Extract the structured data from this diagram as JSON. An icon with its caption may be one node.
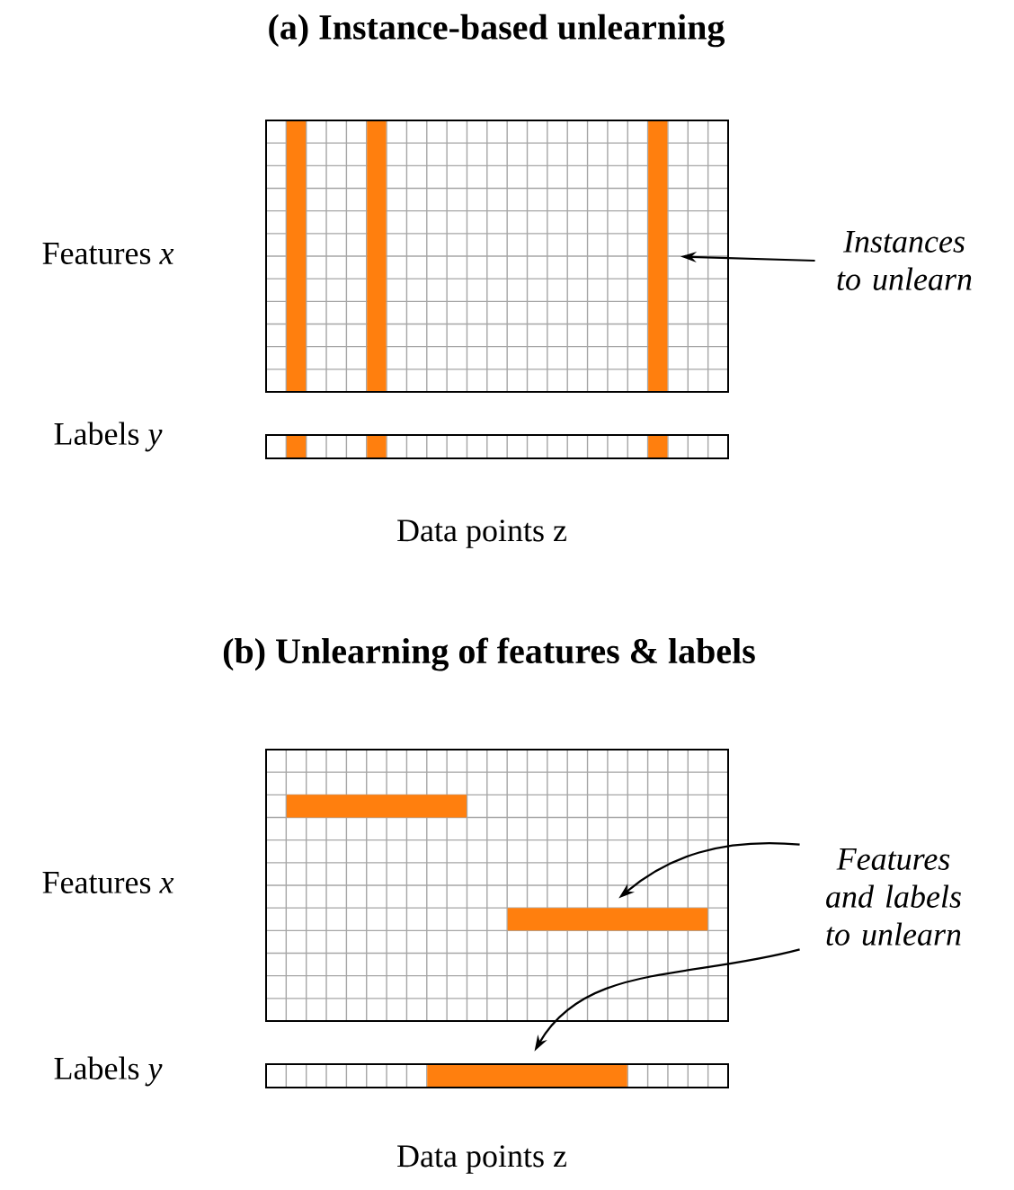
{
  "diagram": {
    "nodes": [
      {
        "text": [],
        "shape": "bar"
      },
      {
        "text": [],
        "shape": "bar"
      },
      {
        "text": [],
        "shape": "bar"
      },
      {
        "text": [
          "Instances to unlearn"
        ]
      },
      {
        "text": [],
        "shape": "bar"
      },
      {
        "text": [],
        "shape": "bar"
      },
      {
        "text": [],
        "shape": "bar"
      },
      {
        "text": [],
        "shape": "bar"
      },
      {
        "text": [
          "Features and labels to unlearn"
        ]
      },
      {
        "text": [],
        "shape": "bar"
      },
      {
        "text": [],
        "shape": "bar"
      }
    ],
    "edges": [
      {
        "from": 3,
        "to": 2,
        "arrow": "to"
      },
      {
        "from": 8,
        "to": 9,
        "arrow": "to"
      },
      {
        "from": 8,
        "to": 10,
        "arrow": "to"
      }
    ],
    "labels": [
      "(a) Instance-based unlearning",
      "Features *x*",
      "Labels *y*",
      "Data points z",
      "(b) Unlearning of features & labels",
      "Features *x*",
      "Labels *y*",
      "Data points z"
    ]
  }
}
